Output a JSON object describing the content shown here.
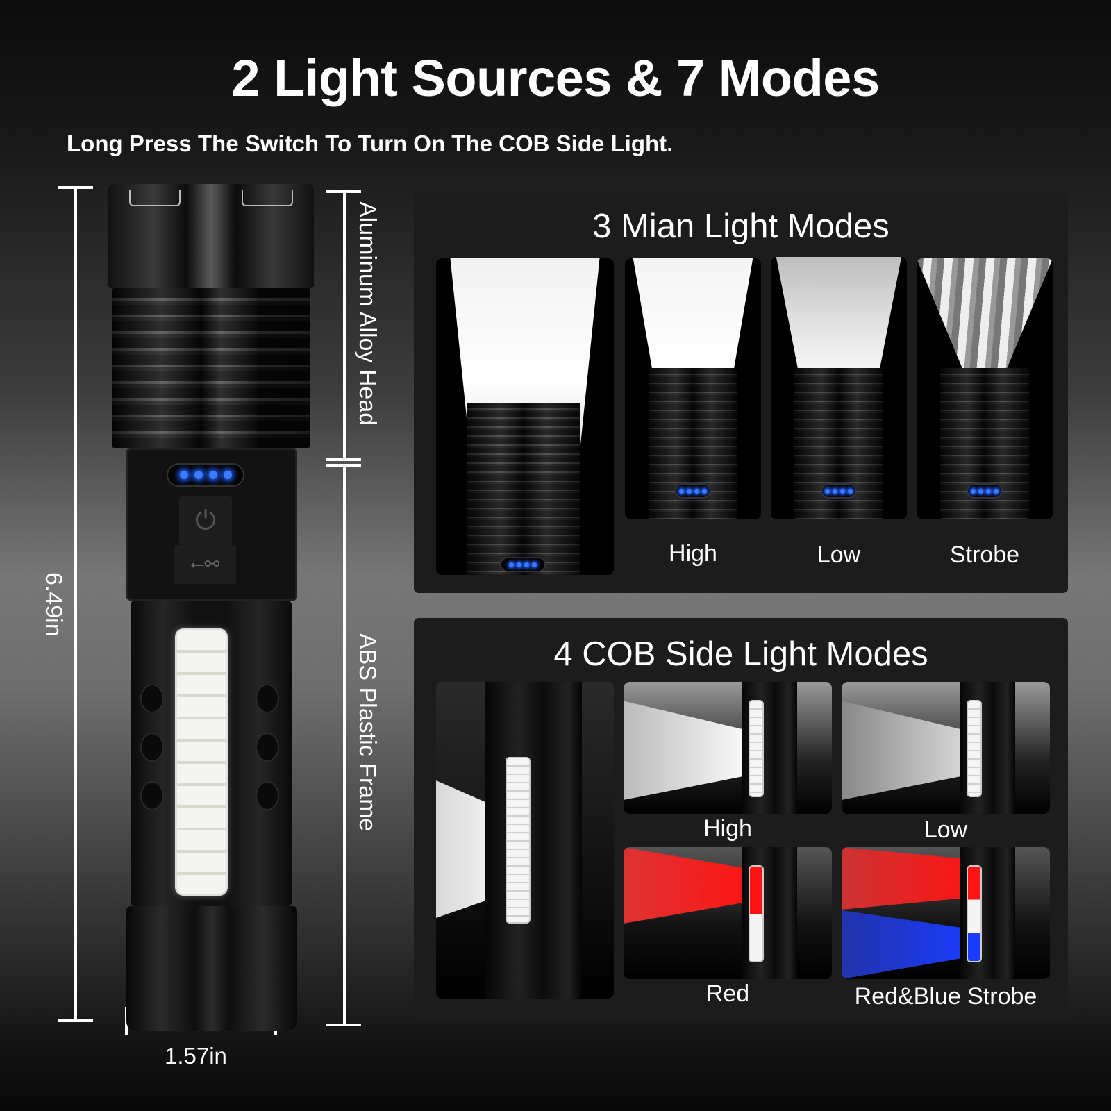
{
  "header": {
    "title": "2 Light Sources & 7 Modes",
    "subtitle": "Long Press The Switch To Turn On The COB Side Light."
  },
  "product": {
    "dimensions": {
      "height": "6.49in",
      "width": "1.57in"
    },
    "materials": {
      "head": "Aluminum Alloy Head",
      "frame": "ABS Plastic Frame"
    },
    "icons": [
      "power-icon",
      "usb-icon",
      "battery-indicator"
    ]
  },
  "main_modes": {
    "title": "3 Mian Light Modes",
    "modes": [
      {
        "label": "High"
      },
      {
        "label": "Low"
      },
      {
        "label": "Strobe"
      }
    ]
  },
  "side_modes": {
    "title": "4 COB Side Light Modes",
    "modes": [
      {
        "label": "High"
      },
      {
        "label": "Low"
      },
      {
        "label": "Red"
      },
      {
        "label": "Red&Blue Strobe"
      }
    ]
  },
  "colors": {
    "battery_led": "#3a7bff",
    "red_light": "#ff1414",
    "blue_light": "#1a3cff",
    "panel_bg": "#1c1c1c"
  }
}
